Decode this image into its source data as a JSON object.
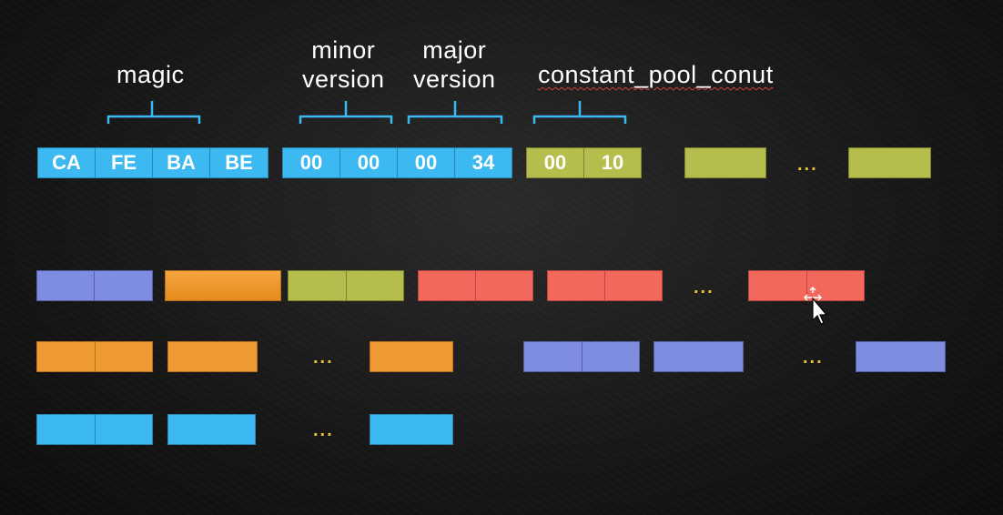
{
  "labels": {
    "magic": "magic",
    "minor_line1": "minor",
    "minor_line2": "version",
    "major_line1": "major",
    "major_line2": "version",
    "constant_pool": "constant_pool_conut"
  },
  "bytes": {
    "magic": [
      "CA",
      "FE",
      "BA",
      "BE"
    ],
    "minor_version": [
      "00",
      "00"
    ],
    "major_version": [
      "00",
      "34"
    ],
    "constant_pool_count": [
      "00",
      "10"
    ]
  },
  "ellipsis": "...",
  "colors": {
    "blue": "#3bb9f0",
    "green": "#b5bd4c",
    "purple": "#7f8de0",
    "orange": "#ee9a32",
    "red": "#f4675c",
    "dots": "#e8c23a"
  }
}
